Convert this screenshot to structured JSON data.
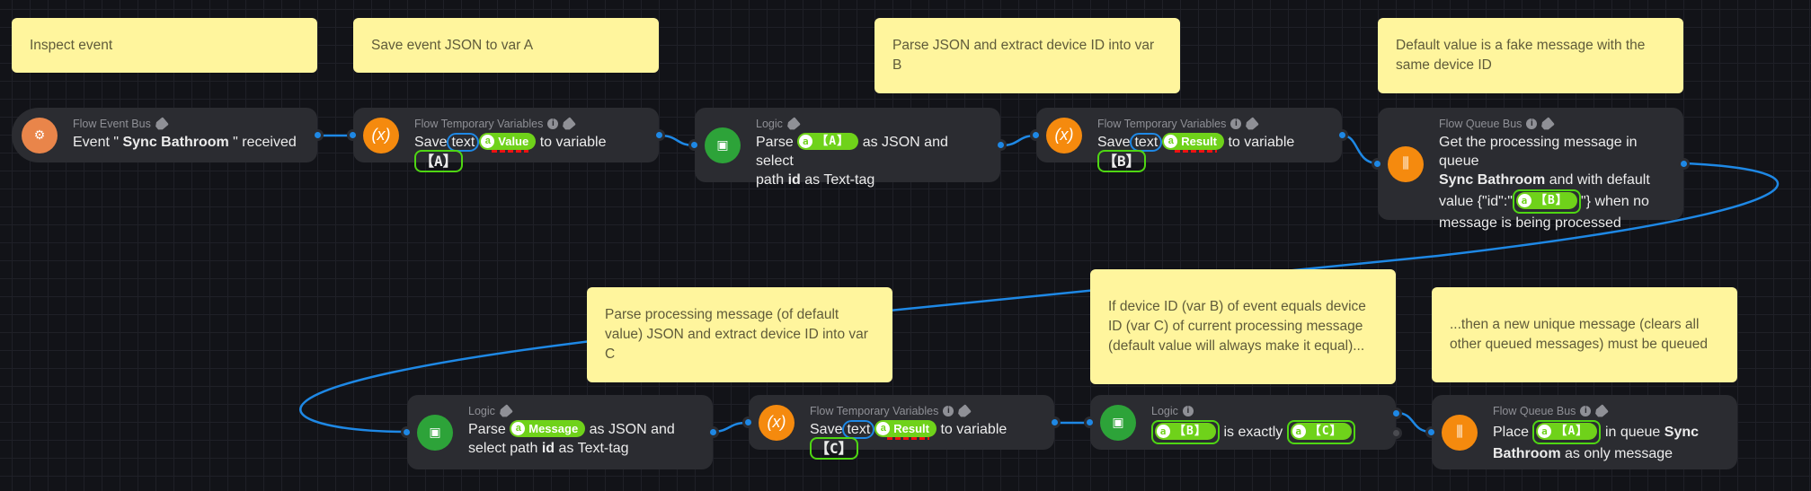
{
  "colors": {
    "background": "#121318",
    "note": "#fff59d",
    "card": "#2b2c31",
    "wire": "#1e88e5",
    "chip": "#6fd21a",
    "logic_icon": "#2da339",
    "variables_icon": "#f58a0e",
    "event_icon": "#e9854a"
  },
  "notes": [
    {
      "text": "Inspect event"
    },
    {
      "text": "Save event JSON to var A"
    },
    {
      "text": "Parse JSON and extract device ID into var B"
    },
    {
      "text": "Default value is a fake message with the same device ID"
    },
    {
      "text": "Parse processing message (of default value) JSON and extract device ID into var C"
    },
    {
      "text": "If device ID (var B) of event equals device ID (var C) of current processing message (default value will always make it equal)..."
    },
    {
      "text": "...then a new unique message (clears all other queued messages) must be queued"
    }
  ],
  "cards": [
    {
      "category": "Flow Event Bus",
      "icon": "event-bus-icon",
      "pre": "Event \" ",
      "bold": "Sync Bathroom",
      "post": " \" received"
    },
    {
      "category": "Flow Temporary Variables",
      "icon": "variable-icon",
      "w1": "Save",
      "type": "text",
      "chip_letter": "a",
      "chip": "Value",
      "w2": "to variable",
      "var": "【A】"
    },
    {
      "category": "Logic",
      "icon": "logic-icon",
      "w1": "Parse",
      "chip_letter": "a",
      "chip": "【A】",
      "w2": "as JSON and select",
      "w3": "path",
      "bold": "id",
      "w4": "as Text-tag"
    },
    {
      "category": "Flow Temporary Variables",
      "icon": "variable-icon",
      "w1": "Save",
      "type": "text",
      "chip_letter": "a",
      "chip": "Result",
      "w2": "to variable",
      "var": "【B】"
    },
    {
      "category": "Flow Queue Bus",
      "icon": "queue-icon",
      "l1": "Get the processing message in queue",
      "bold": "Sync Bathroom",
      "l2": "and with default",
      "l3": "value {\"id\":\"",
      "chip_letter": "a",
      "chip": "【B】",
      "l4": "\"} when no",
      "l5": "message is being processed"
    },
    {
      "category": "Logic",
      "icon": "logic-icon",
      "w1": "Parse",
      "chip_letter": "a",
      "chip": "Message",
      "w2": "as JSON and",
      "w3": "select path",
      "bold": "id",
      "w4": "as Text-tag"
    },
    {
      "category": "Flow Temporary Variables",
      "icon": "variable-icon",
      "w1": "Save",
      "type": "text",
      "chip_letter": "a",
      "chip": "Result",
      "w2": "to variable",
      "var": "【C】"
    },
    {
      "category": "Logic",
      "icon": "logic-icon",
      "chip_letter": "a",
      "chip1": "【B】",
      "w1": "is exactly",
      "chip2": "【C】"
    },
    {
      "category": "Flow Queue Bus",
      "icon": "queue-icon",
      "w1": "Place",
      "chip_letter": "a",
      "chip": "【A】",
      "w2": "in queue",
      "bold1": "Sync",
      "bold2": "Bathroom",
      "w3": "as only message"
    }
  ]
}
